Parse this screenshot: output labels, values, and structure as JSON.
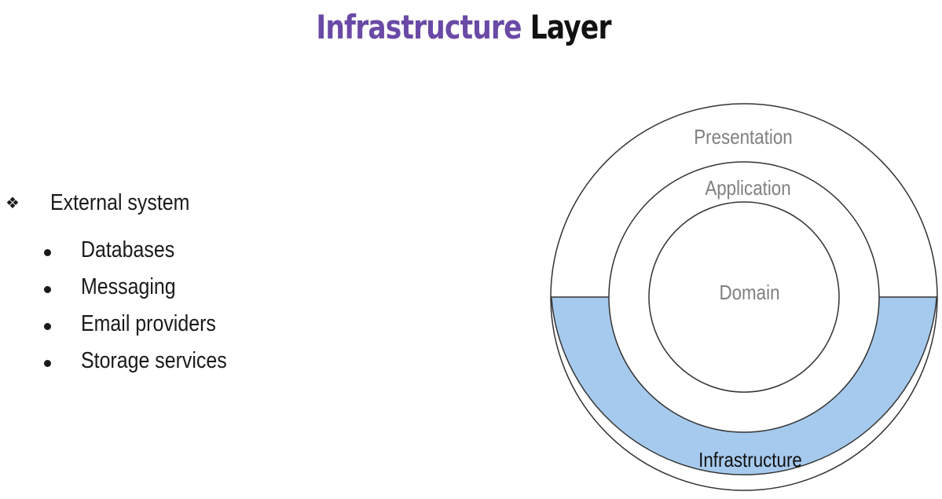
{
  "title": {
    "accent": "Infrastructure",
    "rest": "Layer",
    "accent_color": "#6a4aa6"
  },
  "bullets": {
    "main_icon": "diamond-four-icon",
    "main_label": "External system",
    "items": [
      "Databases",
      "Messaging",
      "Email providers",
      "Storage services"
    ]
  },
  "diagram": {
    "layers": {
      "presentation": "Presentation",
      "application": "Application",
      "domain": "Domain",
      "infrastructure": "Infrastructure"
    },
    "colors": {
      "highlight_fill": "#a6caed",
      "stroke": "#333333",
      "muted_label": "#808080",
      "highlight_label": "#111111"
    }
  }
}
